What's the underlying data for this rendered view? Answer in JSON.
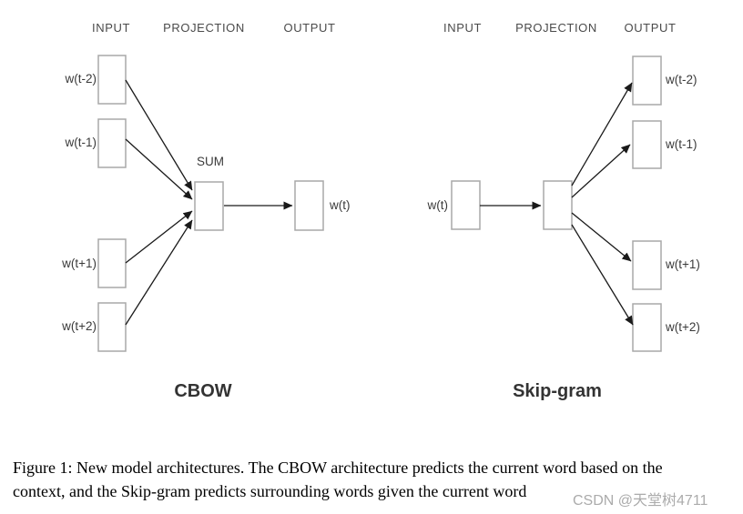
{
  "cbow": {
    "headers": {
      "input": "INPUT",
      "projection": "PROJECTION",
      "output": "OUTPUT"
    },
    "sum_label": "SUM",
    "input_labels": [
      "w(t-2)",
      "w(t-1)",
      "w(t+1)",
      "w(t+2)"
    ],
    "output_label": "w(t)",
    "title": "CBOW"
  },
  "skipgram": {
    "headers": {
      "input": "INPUT",
      "projection": "PROJECTION",
      "output": "OUTPUT"
    },
    "input_label": "w(t)",
    "output_labels": [
      "w(t-2)",
      "w(t-1)",
      "w(t+1)",
      "w(t+2)"
    ],
    "title": "Skip-gram"
  },
  "caption": {
    "line1": "Figure 1: New model architectures. The CBOW architecture predicts the current word based on the",
    "line2": "context, and the Skip-gram predicts surrounding words given the current word"
  },
  "watermark": "CSDN @天堂树4711",
  "colors": {
    "box_border": "#a8a8a8",
    "arrow": "#1a1a1a",
    "label_text": "#3a3a3a",
    "header_text": "#4a4a4a",
    "title_text": "#333333",
    "watermark_text": "#ababab"
  }
}
